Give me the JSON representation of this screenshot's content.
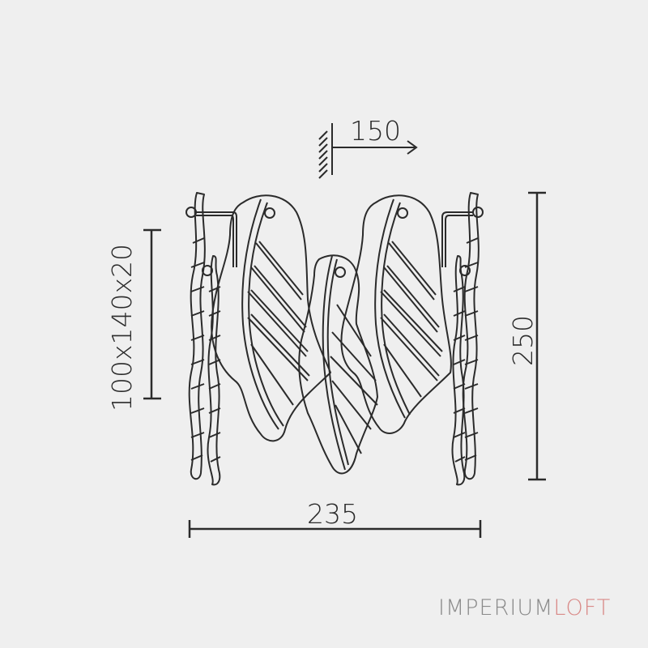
{
  "diagram": {
    "type": "technical-dimension-drawing",
    "subject": "wall sconce with glass leaf shades",
    "dimensions": {
      "wall_projection": "150",
      "leaf_size": "100x140x20",
      "height": "250",
      "width": "235"
    },
    "units_implied": "mm"
  },
  "brand": {
    "part1": "IMPERIUM",
    "part2": "LOFT",
    "part1_color": "#8a8a8a",
    "part2_color": "#d98a88"
  },
  "colors": {
    "background": "#efefef",
    "line": "#2b2b2b"
  }
}
